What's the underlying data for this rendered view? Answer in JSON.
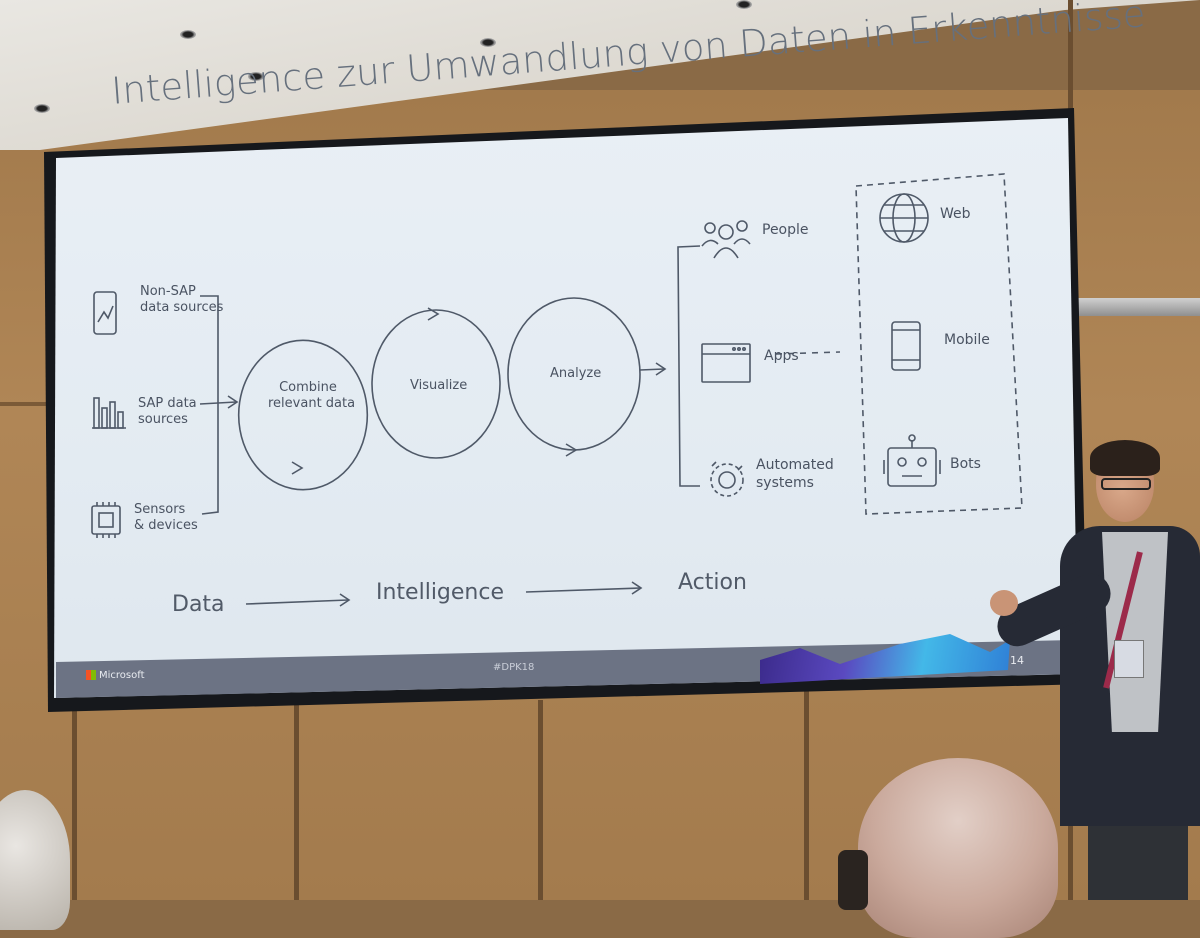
{
  "slide": {
    "title": "Intelligence zur Umwandlung von Daten in Erkenntnisse",
    "sources": [
      {
        "label": "Non-SAP",
        "label2": "data sources",
        "icon": "phone-chart-icon"
      },
      {
        "label": "SAP data",
        "label2": "sources",
        "icon": "bar-chart-icon"
      },
      {
        "label": "Sensors",
        "label2": "& devices",
        "icon": "chip-icon"
      }
    ],
    "loops": {
      "combine1": "Combine",
      "combine2": "relevant data",
      "visualize": "Visualize",
      "analyze": "Analyze"
    },
    "outputs": [
      {
        "label": "People",
        "icon": "people-icon"
      },
      {
        "label": "Apps",
        "icon": "app-window-icon"
      },
      {
        "label": "Automated",
        "label2": "systems",
        "icon": "gear-cycle-icon"
      }
    ],
    "channels": [
      {
        "label": "Web",
        "icon": "globe-icon"
      },
      {
        "label": "Mobile",
        "icon": "mobile-icon"
      },
      {
        "label": "Bots",
        "icon": "robot-icon"
      }
    ],
    "flow": {
      "data": "Data",
      "intelligence": "Intelligence",
      "action": "Action"
    },
    "footer": {
      "brand": "Microsoft",
      "hashtag": "#DPK18",
      "page": "14"
    }
  }
}
